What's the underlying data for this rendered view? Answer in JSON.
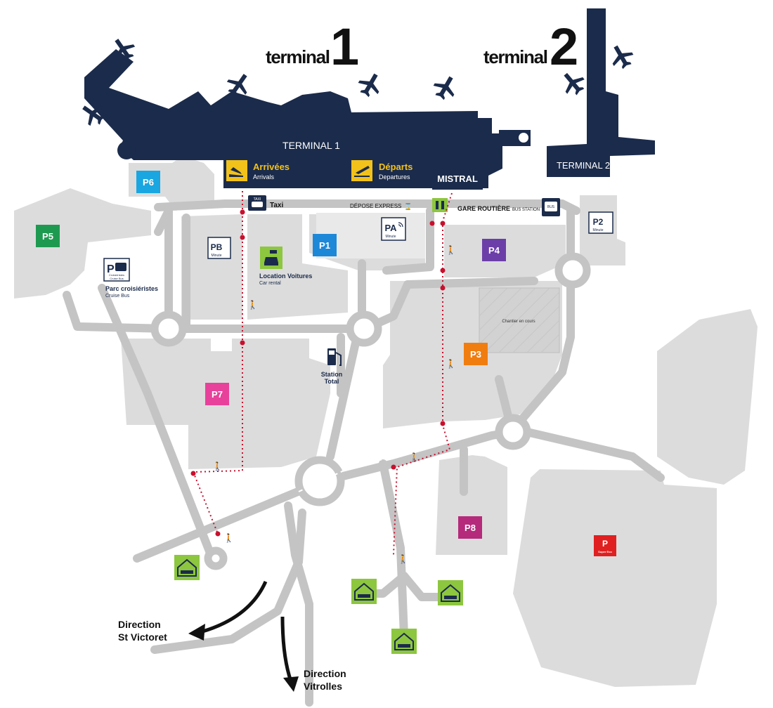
{
  "headers": {
    "terminal1_word": "terminal",
    "terminal1_num": "1",
    "terminal2_word": "terminal",
    "terminal2_num": "2"
  },
  "buildings": {
    "terminal1": "TERMINAL 1",
    "terminal2": "TERMINAL 2",
    "mistral": "MISTRAL"
  },
  "signs": {
    "arrivals_fr": "Arrivées",
    "arrivals_en": "Arrivals",
    "departures_fr": "Départs",
    "departures_en": "Departures",
    "taxi": "Taxi",
    "taxi_icon_text": "TAXI",
    "depose_express": "DÉPOSE EXPRESS",
    "gare_routiere": "GARE ROUTIÈRE",
    "bus_station": "BUS STATION",
    "bus_icon_text": "BUS",
    "parc_croisieristes": "Parc croisiéristes",
    "cruise_bus": "Cruise Bus",
    "croisieristes_small": "Croisiéristes",
    "cruise_bus_small": "Cruise Bus",
    "location_voitures": "Location Voitures",
    "car_rental": "Car rental",
    "station_total_1": "Station",
    "station_total_2": "Total",
    "chantier": "Chantier en cours",
    "direction_stvictoret_1": "Direction",
    "direction_stvictoret_2": "St Victoret",
    "direction_vitrolles_1": "Direction",
    "direction_vitrolles_2": "Vitrolles"
  },
  "parkings": {
    "p1": {
      "label": "P1",
      "color": "#1e88d8"
    },
    "p2": {
      "label": "P2",
      "sub": "Minute"
    },
    "p3": {
      "label": "P3",
      "color": "#f07d10"
    },
    "p4": {
      "label": "P4",
      "color": "#6c3fa8"
    },
    "p5": {
      "label": "P5",
      "color": "#1e9a50"
    },
    "p6": {
      "label": "P6",
      "color": "#1aa6e0"
    },
    "p7": {
      "label": "P7",
      "color": "#e8419b"
    },
    "p8": {
      "label": "P8",
      "color": "#b52a7a"
    },
    "pa": {
      "label": "PA",
      "sub": "Minute"
    },
    "pb": {
      "label": "PB",
      "sub": "Minute"
    },
    "p_super_eco": {
      "label": "P",
      "sub": "Super Eco",
      "color": "#e02020"
    }
  },
  "colors": {
    "navy": "#1b2b4b",
    "road": "#c4c4c4",
    "lot": "#dcdcdc",
    "walk_path": "#c8102e",
    "hotel_green": "#8dc63f",
    "sign_yellow": "#f2c21a"
  }
}
